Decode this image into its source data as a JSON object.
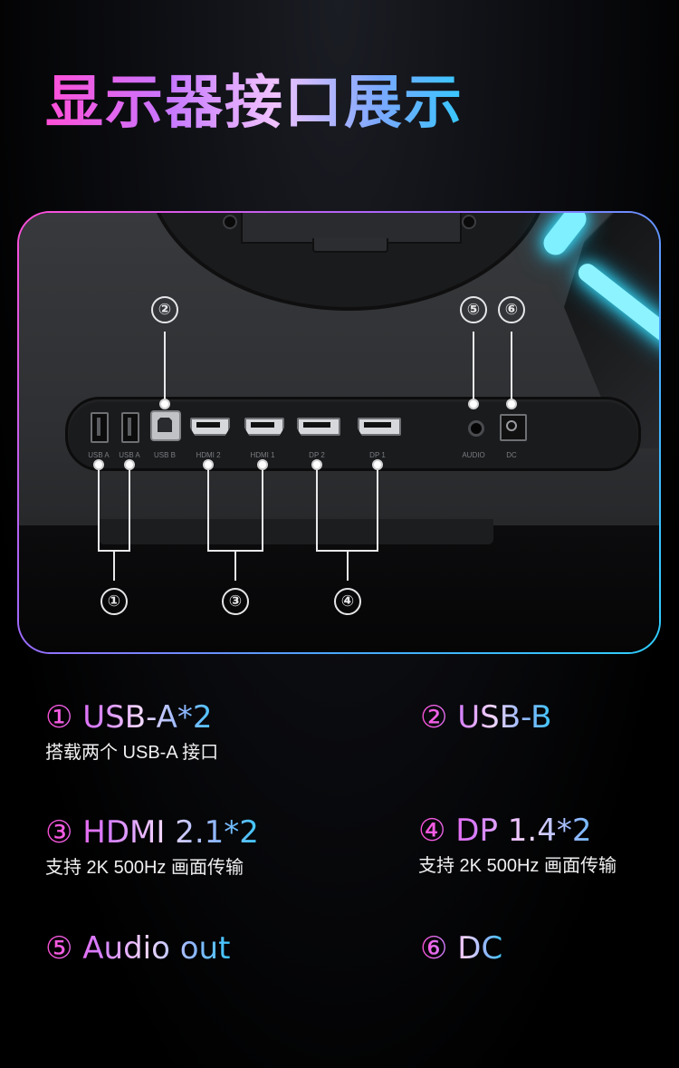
{
  "header": {
    "title": "显示器接口展示"
  },
  "diagram": {
    "callout_numbers": [
      "①",
      "②",
      "③",
      "④",
      "⑤",
      "⑥"
    ],
    "port_labels": [
      "USB A",
      "USB A",
      "USB B",
      "HDMI 2",
      "HDMI 1",
      "DP 2",
      "DP 1",
      "AUDIO",
      "DC"
    ]
  },
  "specs": [
    {
      "title": "① USB-A*2",
      "subtitle": "搭载两个 USB-A 接口"
    },
    {
      "title": "② USB-B",
      "subtitle": ""
    },
    {
      "title": "③ HDMI 2.1*2",
      "subtitle": "支持 2K 500Hz 画面传输"
    },
    {
      "title": "④ DP 1.4*2",
      "subtitle": "支持 2K 500Hz 画面传输"
    },
    {
      "title": "⑤ Audio out",
      "subtitle": ""
    },
    {
      "title": "⑥ DC",
      "subtitle": ""
    }
  ],
  "colors": {
    "accent_pink": "#ff4fd8",
    "accent_blue": "#36c8ff",
    "background": "#000000"
  }
}
